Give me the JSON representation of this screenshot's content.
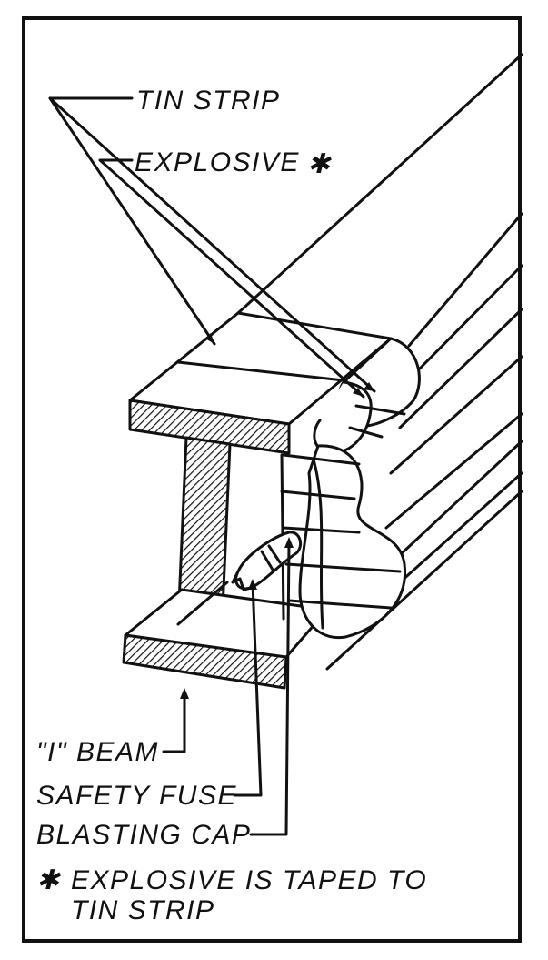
{
  "labels": {
    "tin_strip": "TIN STRIP",
    "explosive": "EXPLOSIVE",
    "i_beam": "\"I\" BEAM",
    "safety_fuse": "SAFETY FUSE",
    "blasting_cap": "BLASTING CAP",
    "note_line1": "EXPLOSIVE IS TAPED TO",
    "note_line2": "TIN STRIP"
  },
  "symbols": {
    "asterisk": "✱"
  }
}
